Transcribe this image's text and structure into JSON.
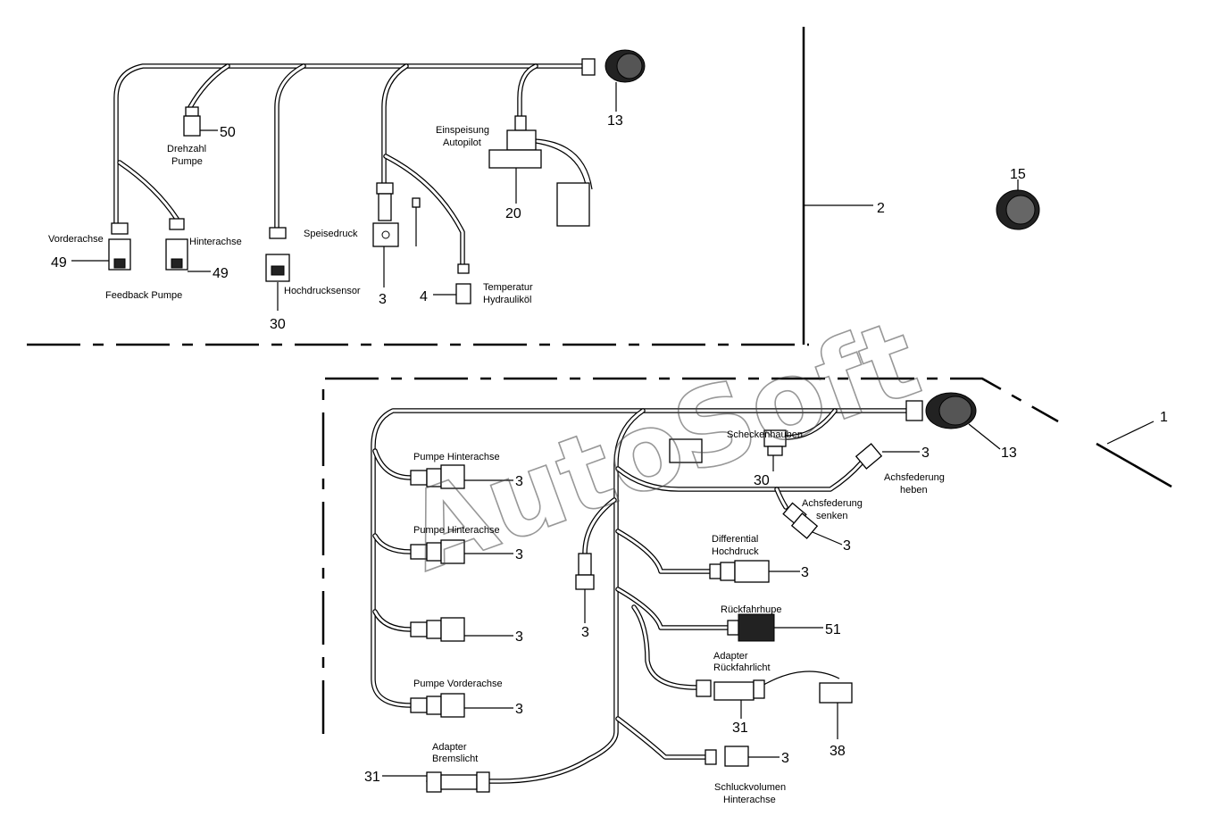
{
  "watermark": "AutoSoft",
  "labels": {
    "drehzahl_pumpe": [
      "Drehzahl",
      "Pumpe"
    ],
    "einspeisung_autopilot": [
      "Einspeisung",
      "Autopilot"
    ],
    "vorderachse": "Vorderachse",
    "hinterachse": "Hinterachse",
    "feedback_pumpe": "Feedback Pumpe",
    "speisedruck": "Speisedruck",
    "hochdrucksensor": "Hochdrucksensor",
    "temperatur_hydrauliköl": [
      "Temperatur",
      "Hydrauliköl"
    ],
    "scheckenhauben": "Scheckenhauben",
    "achsfederung_heben": [
      "Achsfederung",
      "heben"
    ],
    "achsfederung_senken": [
      "Achsfederung",
      "senken"
    ],
    "pumpe_hinterachse_1": "Pumpe Hinterachse",
    "pumpe_hinterachse_2": "Pumpe Hinterachse",
    "pumpe_vorderachse": "Pumpe Vorderachse",
    "differential_hochdruck": [
      "Differential",
      "Hochdruck"
    ],
    "rueckfahrhupe": "Rückfahrhupe",
    "adapter_rueckfahrlicht": [
      "Adapter",
      "Rückfahrlicht"
    ],
    "adapter_bremslicht": [
      "Adapter",
      "Bremslicht"
    ],
    "schluckvolumen_hinterachse": [
      "Schluckvolumen",
      "Hinterachse"
    ]
  },
  "callouts": {
    "c50": "50",
    "c13_top": "13",
    "c20": "20",
    "c15": "15",
    "c2": "2",
    "c49_left": "49",
    "c49_right": "49",
    "c30_top": "30",
    "c3_speise": "3",
    "c4": "4",
    "c1": "1",
    "c13_bottom": "13",
    "c3_heben": "3",
    "c30_bottom": "30",
    "c3_senken": "3",
    "c3_ph1": "3",
    "c3_ph2": "3",
    "c3_p3": "3",
    "c3_pv": "3",
    "c3_mid": "3",
    "c3_diff": "3",
    "c51": "51",
    "c31_right": "31",
    "c38": "38",
    "c31_left": "31",
    "c3_schluck": "3"
  }
}
